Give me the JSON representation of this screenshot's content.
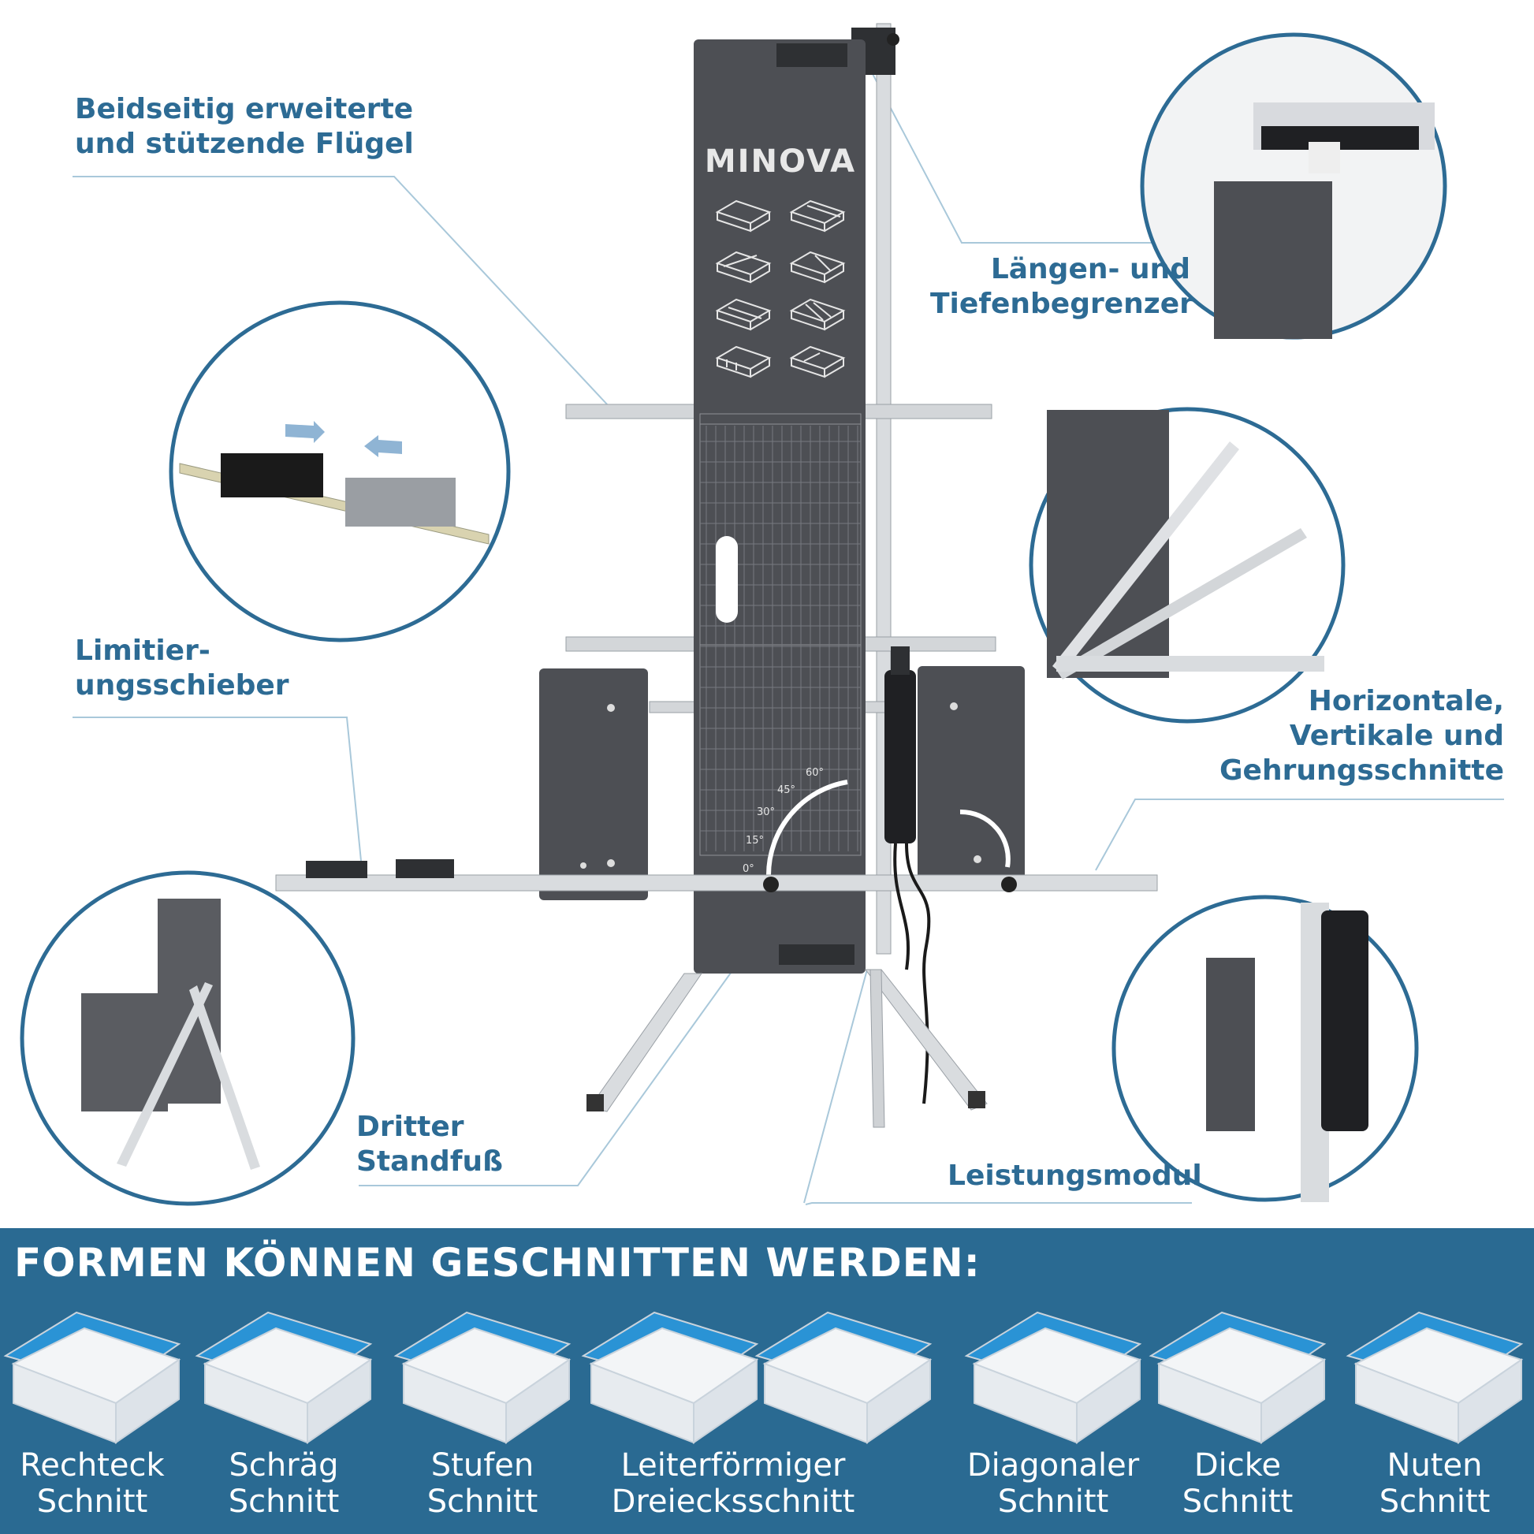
{
  "brand": "MINOVA",
  "colors": {
    "accent": "#2d6b94",
    "panel": "#2a6a92",
    "board": "#4d4f54",
    "foam_top": "#2a93d5",
    "foam_body": "#f3f5f7"
  },
  "callouts": {
    "wings": [
      "Beidseitig erweiterte",
      "und stützende Flügel"
    ],
    "limiter": [
      "Längen- und",
      "Tiefenbegrenzer"
    ],
    "slider": [
      "Limitier-",
      "ungsschieber"
    ],
    "cuts": [
      "Horizontale,",
      "Vertikale und",
      "Gehrungsschnitte"
    ],
    "foot": [
      "Dritter",
      "Standfuß"
    ],
    "power": "Leistungsmodul"
  },
  "angles": [
    "0°",
    "15°",
    "30°",
    "45°",
    "60°"
  ],
  "shapes_title": "FORMEN KÖNNEN GESCHNITTEN WERDEN:",
  "shapes": [
    {
      "l1": "Rechteck",
      "l2": "Schnitt"
    },
    {
      "l1": "Schräg",
      "l2": "Schnitt"
    },
    {
      "l1": "Stufen",
      "l2": "Schnitt"
    },
    {
      "l1": "Leiterförmiger",
      "l2": "Dreiecksschnitt"
    },
    {
      "l1": "Diagonaler",
      "l2": "Schnitt"
    },
    {
      "l1": "Dicke",
      "l2": "Schnitt"
    },
    {
      "l1": "Nuten",
      "l2": "Schnitt"
    }
  ]
}
